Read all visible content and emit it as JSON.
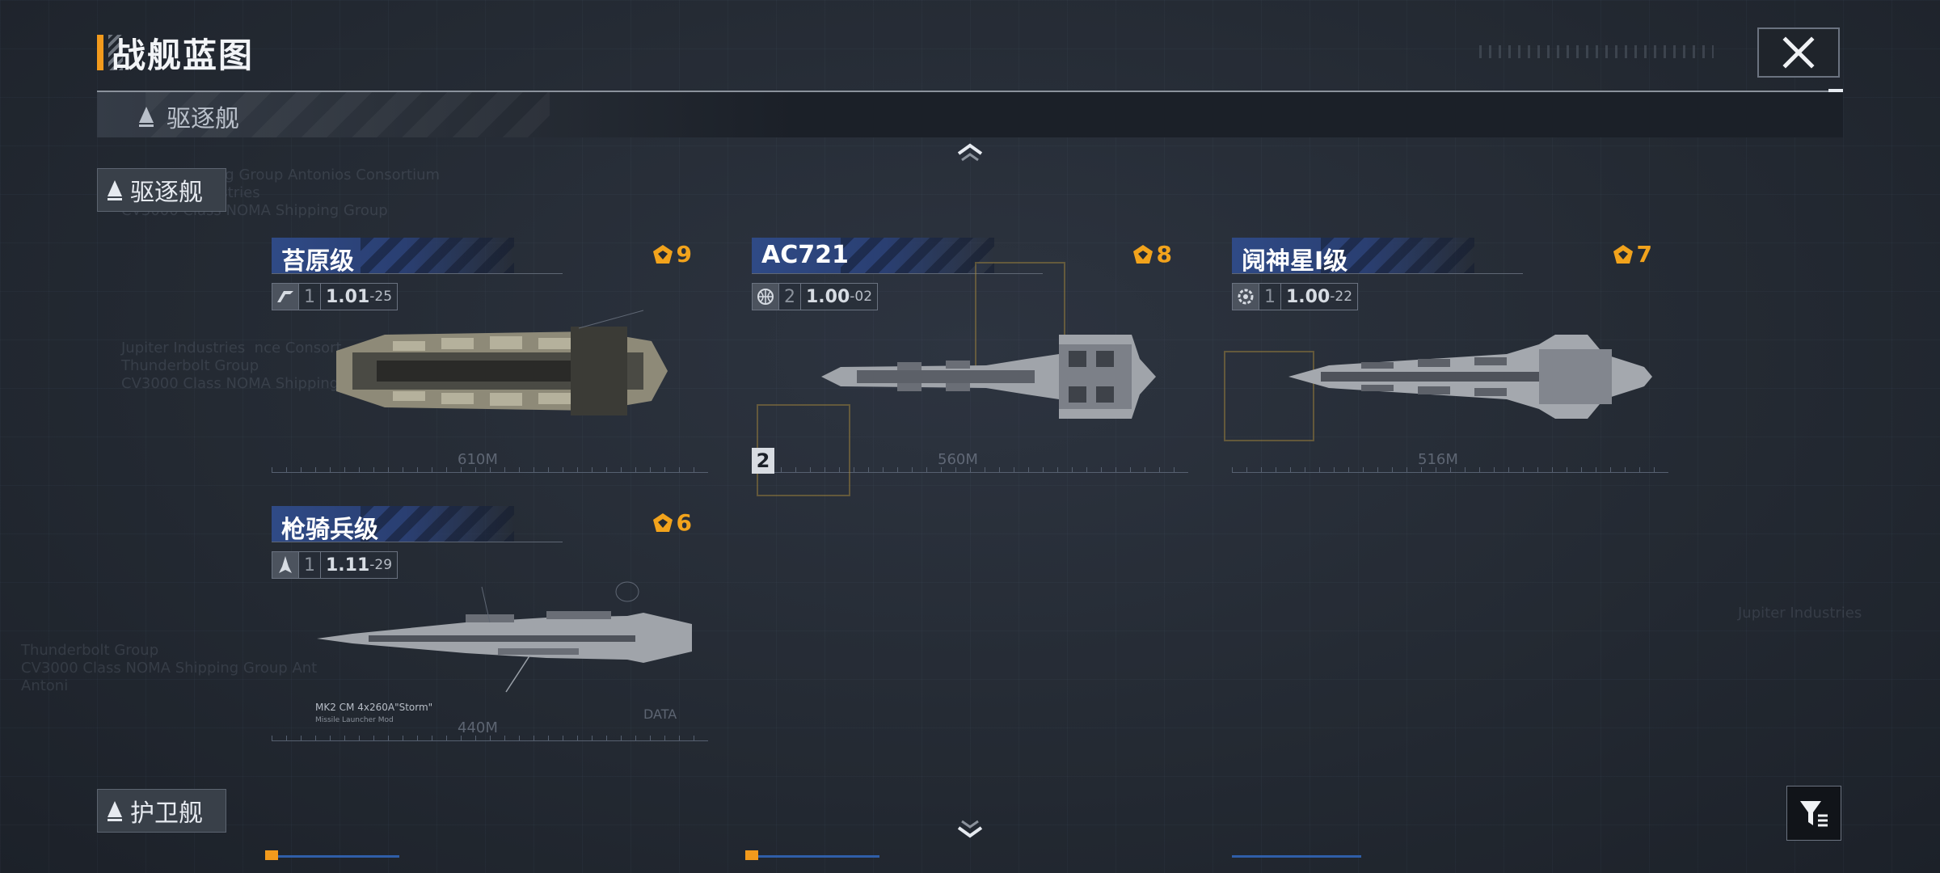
{
  "header": {
    "title": "战舰蓝图"
  },
  "section_bar": {
    "label": "驱逐舰"
  },
  "categories": [
    {
      "label": "驱逐舰"
    },
    {
      "label": "护卫舰"
    }
  ],
  "ships": [
    {
      "name": "苔原级",
      "score": "9",
      "tier": "1",
      "version_main": "1.01",
      "version_sub": "-25",
      "length": "610M",
      "type_icon": "emblem-a-icon"
    },
    {
      "name": "AC721",
      "score": "8",
      "tier": "2",
      "version_main": "1.00",
      "version_sub": "-02",
      "length": "560M",
      "type_icon": "globe-icon"
    },
    {
      "name": "阋神星I级",
      "score": "7",
      "tier": "1",
      "version_main": "1.00",
      "version_sub": "-22",
      "length": "516M",
      "type_icon": "gear-emblem-icon"
    },
    {
      "name": "枪骑兵级",
      "score": "6",
      "tier": "1",
      "version_main": "1.11",
      "version_sub": "-29",
      "length": "440M",
      "type_icon": "rocket-emblem-icon"
    }
  ],
  "ac721_badge": "2",
  "weapon_label": {
    "line1": "MK2 CM 4x260A\"Storm\"",
    "line2": "Missile Launcher Mod"
  },
  "data_tag": "DATA",
  "watermarks": {
    "top": "NOMA Shipping Group Antonios Consortium\n         ter Industries\nCV3000 Class NOMA Shipping Group",
    "mid": "Jupiter Industries  nce Consort\nThunderbolt Group\nCV3000 Class NOMA Shipping Group",
    "left": "Thunderbolt Group\nCV3000 Class NOMA Shipping Group Ant\nAntoni",
    "right": "Jupiter Industries"
  },
  "colors": {
    "accent": "#f29a1c",
    "score": "#f2a31c",
    "name_plate": "#2f4a86"
  }
}
